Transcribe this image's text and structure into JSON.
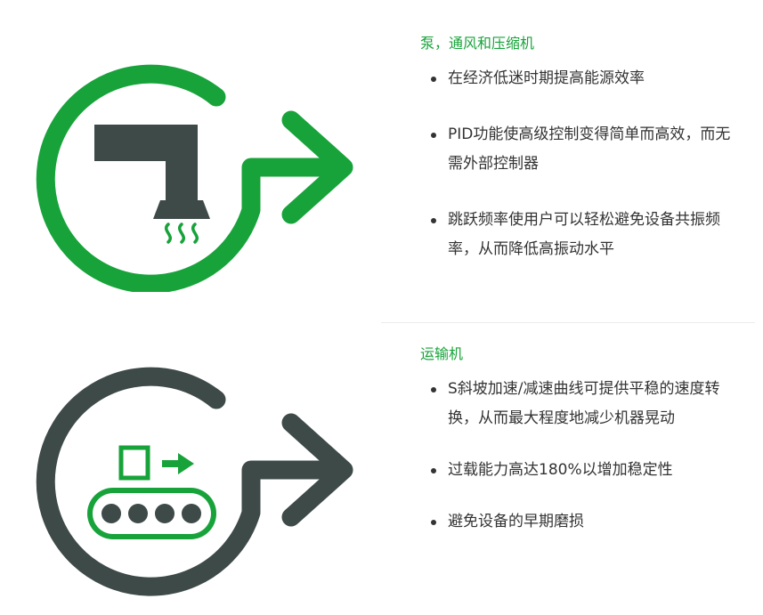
{
  "colors": {
    "green": "#17a33a",
    "dark": "#3d4a48",
    "text": "#333333"
  },
  "sections": [
    {
      "icon": "fan-pump-compressor-icon",
      "heading": "泵，通风和压缩机",
      "bullets": [
        "在经济低迷时期提高能源效率",
        "PID功能使高级控制变得简单而高效，而无需外部控制器",
        "跳跃频率使用户可以轻松避免设备共振频率，从而降低高振动水平"
      ]
    },
    {
      "icon": "conveyor-icon",
      "heading": "运输机",
      "bullets": [
        "S斜坡加速/减速曲线可提供平稳的速度转换，从而最大程度地减少机器晃动",
        "过载能力高达180%以增加稳定性",
        "避免设备的早期磨损"
      ]
    }
  ]
}
